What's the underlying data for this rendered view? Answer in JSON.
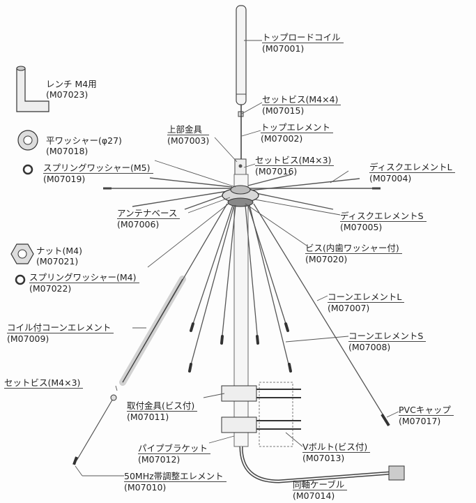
{
  "parts": [
    {
      "id": "top-load-coil",
      "name": "トップロードコイル",
      "code": "(M07001)"
    },
    {
      "id": "wrench",
      "name": "レンチ M4用",
      "code": "(M07023)"
    },
    {
      "id": "set-screw-m4x4",
      "name": "セットビス(M4×4)",
      "code": "(M07015)"
    },
    {
      "id": "upper-bracket",
      "name": "上部金具",
      "code": "(M07003)"
    },
    {
      "id": "top-element",
      "name": "トップエレメント",
      "code": "(M07002)"
    },
    {
      "id": "flat-washer",
      "name": "平ワッシャー(φ27)",
      "code": "(M07018)"
    },
    {
      "id": "spring-washer-m5",
      "name": "スプリングワッシャー(M5)",
      "code": "(M07019)"
    },
    {
      "id": "set-screw-m4x3-top",
      "name": "セットビス(M4×3)",
      "code": "(M07016)"
    },
    {
      "id": "disc-element-l",
      "name": "ディスクエレメントL",
      "code": "(M07004)"
    },
    {
      "id": "antenna-base",
      "name": "アンテナベース",
      "code": "(M07006)"
    },
    {
      "id": "disc-element-s",
      "name": "ディスクエレメントS",
      "code": "(M07005)"
    },
    {
      "id": "nut-m4",
      "name": "ナット(M4)",
      "code": "(M07021)"
    },
    {
      "id": "screw-washer",
      "name": "ビス(内歯ワッシャー付)",
      "code": "(M07020)"
    },
    {
      "id": "spring-washer-m4",
      "name": "スプリングワッシャー(M4)",
      "code": "(M07022)"
    },
    {
      "id": "cone-element-l",
      "name": "コーンエレメントL",
      "code": "(M07007)"
    },
    {
      "id": "coil-cone-element",
      "name": "コイル付コーンエレメント",
      "code": "(M07009)"
    },
    {
      "id": "cone-element-s",
      "name": "コーンエレメントS",
      "code": "(M07008)"
    },
    {
      "id": "set-screw-m4x3-low",
      "name": "セットビス(M4×3)",
      "code": ""
    },
    {
      "id": "mount-bracket",
      "name": "取付金具(ビス付)",
      "code": "(M07011)"
    },
    {
      "id": "pvc-cap",
      "name": "PVCキャップ",
      "code": "(M07017)"
    },
    {
      "id": "pipe-bracket",
      "name": "パイプブラケット",
      "code": "(M07012)"
    },
    {
      "id": "v-bolt",
      "name": "Vボルト(ビス付)",
      "code": "(M07013)"
    },
    {
      "id": "tuning-element-50mhz",
      "name": "50MHz帯調整エレメント",
      "code": "(M07010)"
    },
    {
      "id": "coax-cable",
      "name": "同軸ケーブル",
      "code": "(M07014)"
    }
  ]
}
